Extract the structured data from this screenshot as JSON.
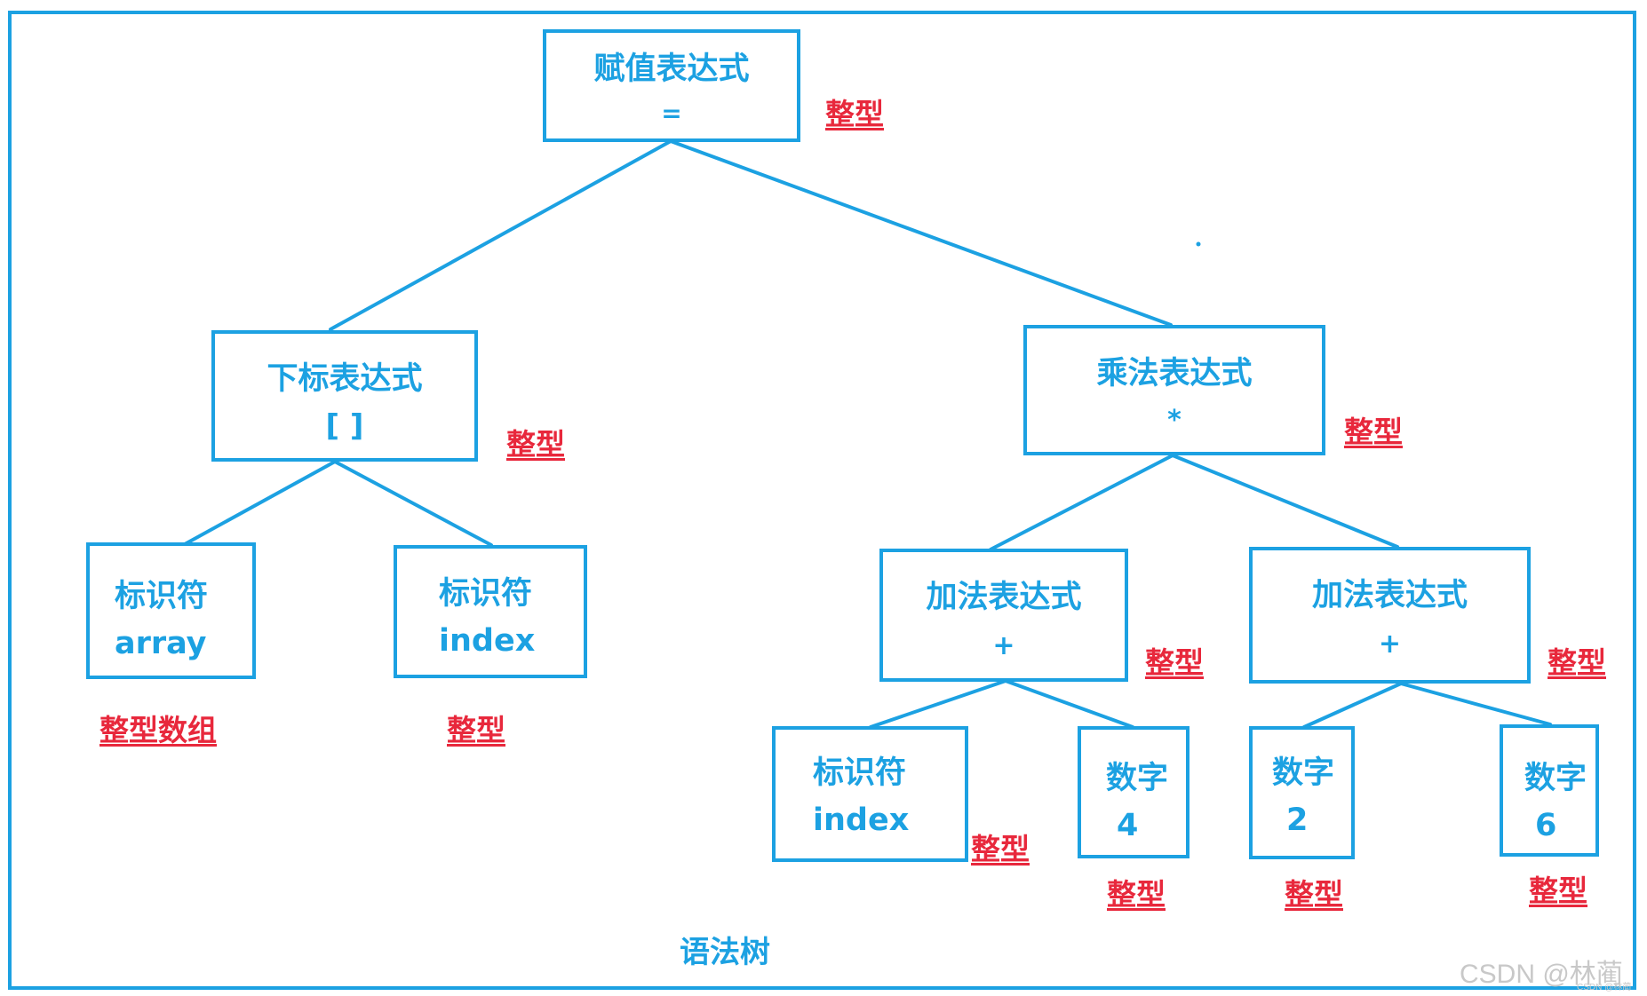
{
  "root": {
    "title": "赋值表达式",
    "symbol": "=",
    "type": "整型"
  },
  "subscript": {
    "title": "下标表达式",
    "symbol": "[ ]",
    "type": "整型"
  },
  "multiply": {
    "title": "乘法表达式",
    "symbol": "*",
    "type": "整型"
  },
  "ident_array": {
    "title": "标识符",
    "symbol": "array",
    "type": "整型数组"
  },
  "ident_index_left": {
    "title": "标识符",
    "symbol": "index",
    "type": "整型"
  },
  "add_left": {
    "title": "加法表达式",
    "symbol": "+",
    "type": "整型"
  },
  "add_right": {
    "title": "加法表达式",
    "symbol": "+",
    "type": "整型"
  },
  "ident_index_right": {
    "title": "标识符",
    "symbol": "index",
    "type": "整型"
  },
  "num_4": {
    "title": "数字",
    "symbol": "4",
    "type": "整型"
  },
  "num_2": {
    "title": "数字",
    "symbol": "2",
    "type": "整型"
  },
  "num_6": {
    "title": "数字",
    "symbol": "6",
    "type": "整型"
  },
  "caption": "语法树",
  "watermark": "CSDN @林蔺",
  "watermark_small": "CSDN @林蔺",
  "colors": {
    "line": "#1ca1e2",
    "text": "#1ca1e2",
    "type_label": "#e8283c"
  }
}
